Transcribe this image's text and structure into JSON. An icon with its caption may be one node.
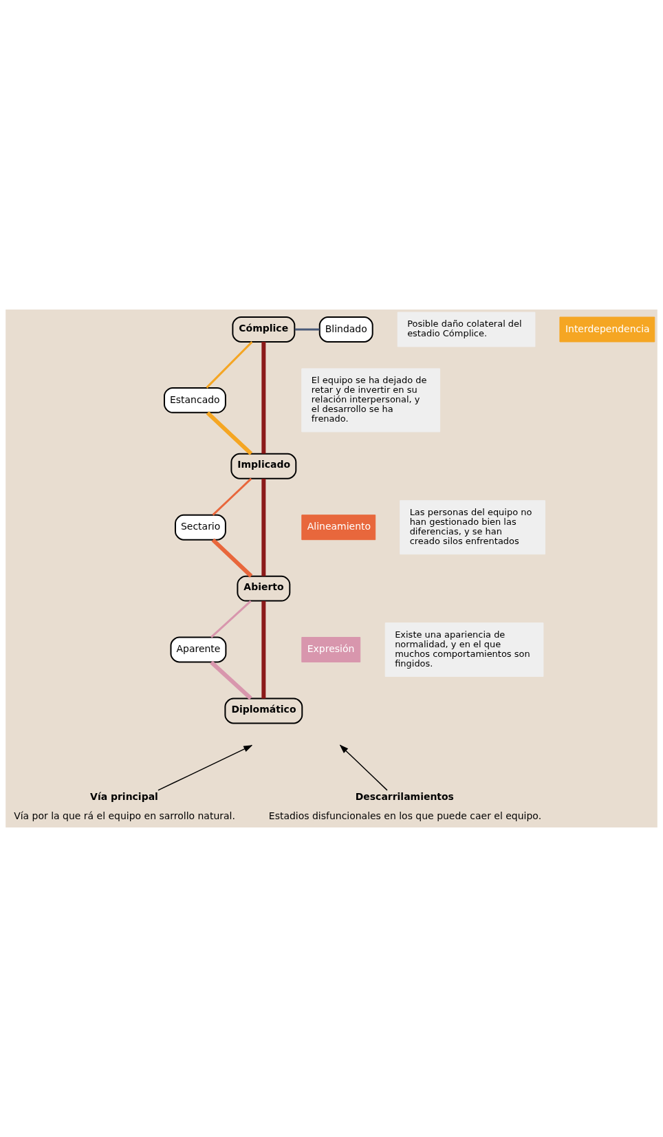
{
  "diagram": {
    "nodes": [
      {
        "text": [
          "Cómplice"
        ]
      },
      {
        "text": [
          "Blindado"
        ]
      },
      {
        "text": [
          "Posible daño colateral del estadio Cómplice."
        ]
      },
      {
        "text": [
          "Interdependencia"
        ]
      },
      {
        "text": [
          "Estancado"
        ]
      },
      {
        "text": [
          "El equipo se ha dejado de retar y de invertir en su relación interpersonal, y el desarrollo se ha frenado."
        ]
      },
      {
        "text": [
          "Implicado"
        ]
      },
      {
        "text": [
          "Alineamiento"
        ]
      },
      {
        "text": [
          "Sectario"
        ]
      },
      {
        "text": [
          "Las personas del equipo no han gestionado bien las diferencias, y se han creado silos enfrentados"
        ]
      },
      {
        "text": [
          "Abierto"
        ]
      },
      {
        "text": [
          "Expresión"
        ]
      },
      {
        "text": [
          "Aparente"
        ]
      },
      {
        "text": [
          "Existe una apariencia de normalidad, y en el que muchos comportamientos son fingidos."
        ]
      },
      {
        "text": [
          "Diplomático"
        ]
      },
      {
        "text": [
          "Vía principal",
          "Vía por la que rá el equipo en sarrollo natural."
        ]
      },
      {
        "text": [
          "Descarrilamientos",
          "Estadios disfuncionales en los que puede caer el equipo."
        ]
      }
    ],
    "edges": [
      {
        "from": 0,
        "to": 6,
        "arrow": "none",
        "style": "thick",
        "color": "#8b1a1a"
      },
      {
        "from": 6,
        "to": 10,
        "arrow": "none",
        "style": "thick",
        "color": "#8b1a1a"
      },
      {
        "from": 10,
        "to": 14,
        "arrow": "none",
        "style": "thick",
        "color": "#8b1a1a"
      },
      {
        "from": 0,
        "to": 1,
        "arrow": "none",
        "color": "#4a5a78"
      },
      {
        "from": 0,
        "to": 4,
        "arrow": "none",
        "color": "#f5a623"
      },
      {
        "from": 6,
        "to": 4,
        "arrow": "none",
        "style": "thick",
        "color": "#f5a623"
      },
      {
        "from": 6,
        "to": 8,
        "arrow": "none",
        "color": "#e8673c"
      },
      {
        "from": 10,
        "to": 8,
        "arrow": "none",
        "style": "thick",
        "color": "#e8673c"
      },
      {
        "from": 10,
        "to": 12,
        "arrow": "none",
        "color": "#d896ad"
      },
      {
        "from": 14,
        "to": 12,
        "arrow": "none",
        "style": "thick",
        "color": "#d896ad"
      },
      {
        "from": 15,
        "to": null,
        "arrow": "to",
        "color": "#000000"
      },
      {
        "from": 16,
        "to": null,
        "arrow": "to",
        "color": "#000000"
      }
    ]
  }
}
